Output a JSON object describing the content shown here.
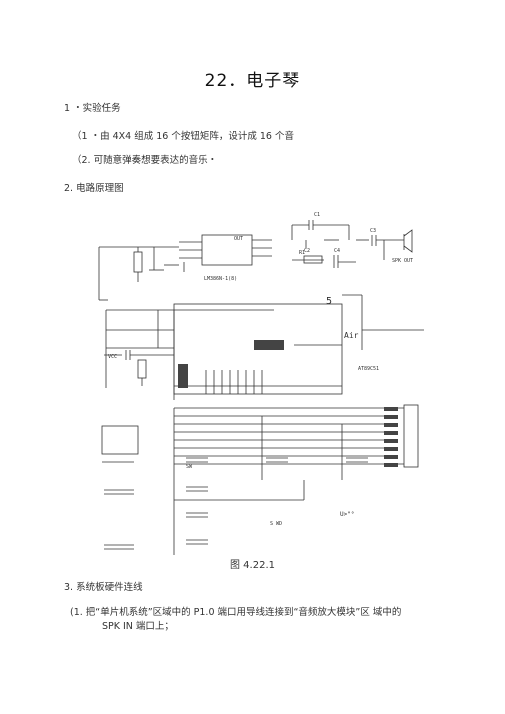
{
  "title": "22．电子琴",
  "section1": {
    "heading": "1 ・实验任务"
  },
  "items": [
    "（1 ・由 4X4 组成 16 个按钮矩阵，设计成 16 个音",
    "（2. 可随意弹奏想要表达的音乐・"
  ],
  "section2": {
    "heading": "2. 电路原理图"
  },
  "figure": {
    "caption": "图  4.22.1",
    "labels": {
      "chip_lm": "LM386N-1(8)",
      "chip_mcu": "AT89C51",
      "vcc": "VCC",
      "spk_out": "SPK OUT",
      "pin_out": "OUT",
      "c1": "C1",
      "c2": "C2",
      "c3": "C3",
      "c4": "C4",
      "r1": "R1",
      "num5": "5",
      "air": "Air",
      "sw": "SW",
      "u": "U>\"°",
      "swlbl": "S WD"
    }
  },
  "section3": {
    "heading": "3. 系统板硬件连线"
  },
  "steps": [
    "(1. 把“单片机系统”区域中的 P1.0 端口用导线连接到“音频放大模块”区  域中的",
    "SPK IN 端口上；"
  ]
}
